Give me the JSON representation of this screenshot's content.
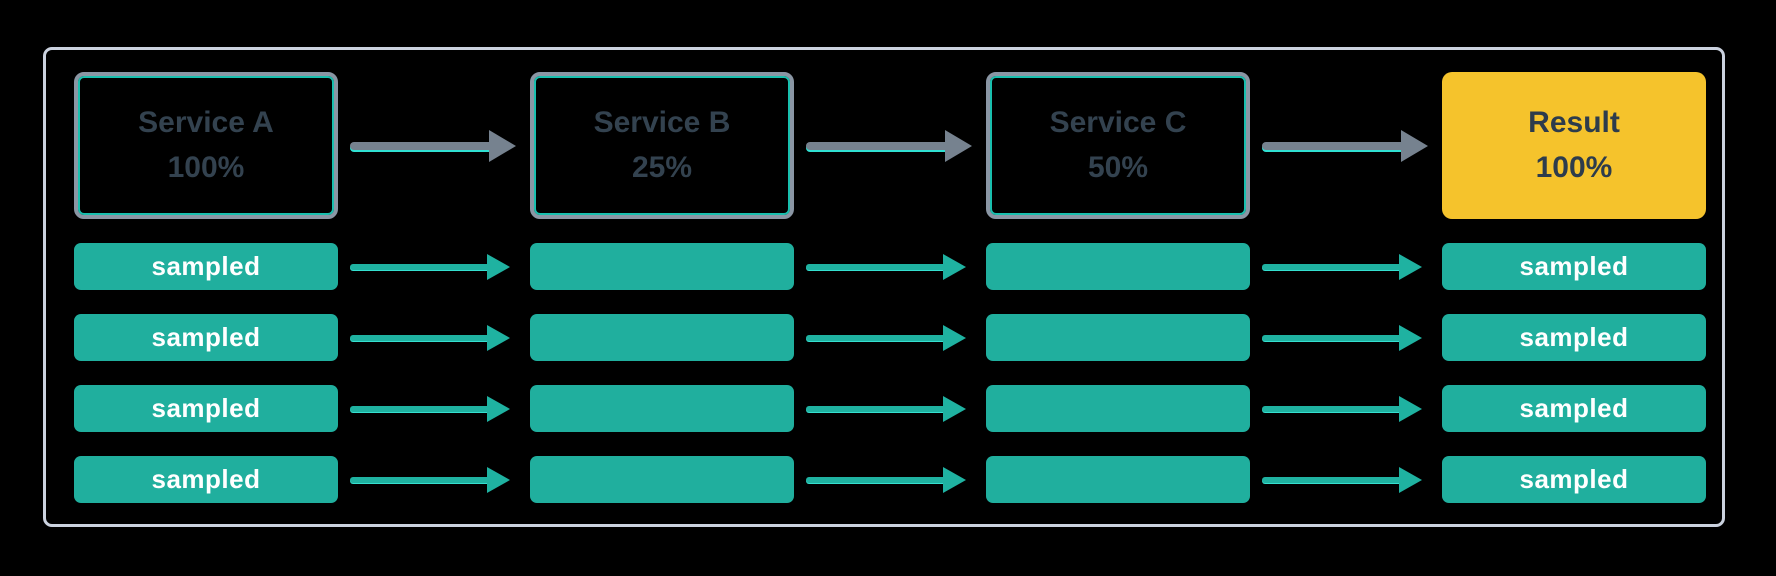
{
  "colors": {
    "background": "#000000",
    "frame_border": "#cbd2df",
    "node_border": "#8a96a4",
    "node_inner_line": "#19bfae",
    "node_text": "#33424f",
    "result_fill": "#f5c32c",
    "bar_fill": "#20af9e",
    "bar_text": "#ffffff",
    "flow_arrow": "#76828f",
    "trace_arrow": "#1fb2a1",
    "arrow_underline": "#30e0d2"
  },
  "nodes": [
    {
      "label": "Service A",
      "value": "100%",
      "type": "service"
    },
    {
      "label": "Service B",
      "value": "25%",
      "type": "service"
    },
    {
      "label": "Service C",
      "value": "50%",
      "type": "service"
    },
    {
      "label": "Result",
      "value": "100%",
      "type": "result"
    }
  ],
  "trace_rows": [
    {
      "cells": [
        {
          "label": "sampled"
        },
        {
          "label": ""
        },
        {
          "label": ""
        },
        {
          "label": "sampled"
        }
      ]
    },
    {
      "cells": [
        {
          "label": "sampled"
        },
        {
          "label": ""
        },
        {
          "label": ""
        },
        {
          "label": "sampled"
        }
      ]
    },
    {
      "cells": [
        {
          "label": "sampled"
        },
        {
          "label": ""
        },
        {
          "label": ""
        },
        {
          "label": "sampled"
        }
      ]
    },
    {
      "cells": [
        {
          "label": "sampled"
        },
        {
          "label": ""
        },
        {
          "label": ""
        },
        {
          "label": "sampled"
        }
      ]
    }
  ]
}
